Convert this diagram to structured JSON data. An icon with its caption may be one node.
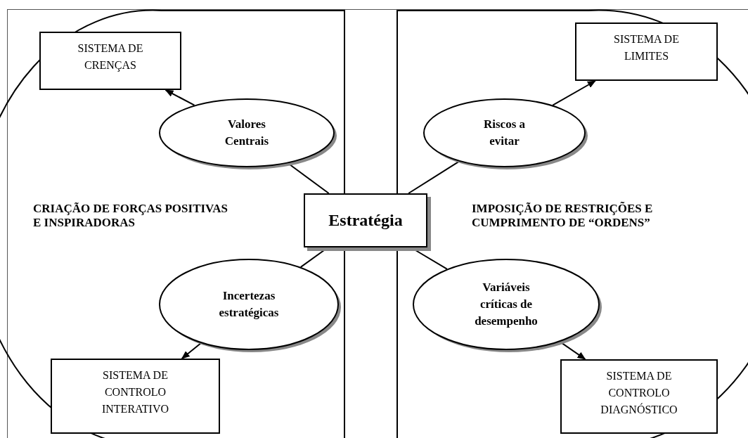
{
  "diagram": {
    "nodes": [
      {
        "text": [
          "CRIAÇÃO DE FORÇAS POSITIVAS E INSPIRADORAS"
        ]
      },
      {
        "text": [
          "SISTEMA DE CRENÇAS"
        ],
        "in": 0
      },
      {
        "text": [
          "Valores Centrais"
        ],
        "in": 0
      },
      {
        "text": [
          "Estratégia"
        ]
      },
      {
        "text": [
          "Incertezas estratégicas"
        ],
        "in": 0
      },
      {
        "text": [
          "SISTEMA DE CONTROLO INTERATIVO"
        ],
        "in": 0
      },
      {
        "text": [
          "IMPOSIÇÃO DE RESTRIÇÕES E CUMPRIMENTO DE “ORDENS”"
        ]
      },
      {
        "text": [
          "SISTEMA DE LIMITES"
        ],
        "in": 6
      },
      {
        "text": [
          "Riscos a evitar"
        ],
        "in": 6
      },
      {
        "text": [
          "Variáveis críticas de desempenho"
        ],
        "in": 6
      },
      {
        "text": [
          "SISTEMA DE CONTROLO DIAGNÓSTICO"
        ],
        "in": 6
      }
    ],
    "edges": [
      {
        "from": 2,
        "to": 1,
        "arrow": "to"
      },
      {
        "from": 3,
        "to": 2,
        "arrow": "none"
      },
      {
        "from": 3,
        "to": 4,
        "arrow": "none"
      },
      {
        "from": 4,
        "to": 5,
        "arrow": "to"
      },
      {
        "from": 3,
        "to": 8,
        "arrow": "none"
      },
      {
        "from": 8,
        "to": 7,
        "arrow": "to"
      },
      {
        "from": 3,
        "to": 9,
        "arrow": "none"
      },
      {
        "from": 9,
        "to": 10,
        "arrow": "to"
      }
    ]
  }
}
